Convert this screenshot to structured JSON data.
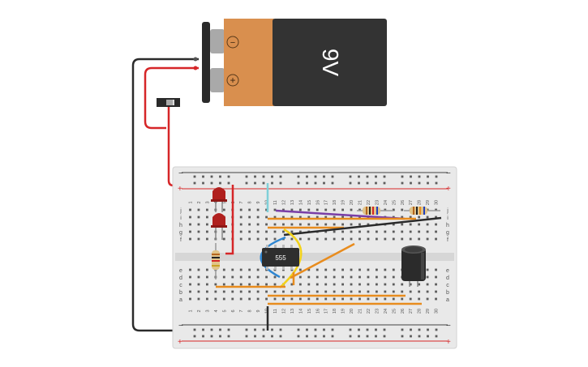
{
  "battery": {
    "label": "9V",
    "minus_symbol": "−",
    "plus_symbol": "+"
  },
  "chip": {
    "label": "555"
  },
  "breadboard": {
    "rail_top_minus": "−",
    "rail_top_plus": "+",
    "rail_bottom_minus": "−",
    "rail_bottom_plus": "+",
    "row_letters_top": [
      "j",
      "i",
      "h",
      "g",
      "f"
    ],
    "row_letters_bottom": [
      "e",
      "d",
      "c",
      "b",
      "a"
    ],
    "column_numbers": [
      "1",
      "2",
      "3",
      "4",
      "5",
      "6",
      "7",
      "8",
      "9",
      "10",
      "11",
      "12",
      "13",
      "14",
      "15",
      "16",
      "17",
      "18",
      "19",
      "20",
      "21",
      "22",
      "23",
      "24",
      "25",
      "26",
      "27",
      "28",
      "29",
      "30"
    ]
  },
  "colors": {
    "wire_red": "#d62628",
    "wire_black": "#2b2b2b",
    "wire_orange": "#e88c1e",
    "wire_yellow": "#f2d21a",
    "wire_blue": "#2f86d1",
    "wire_purple": "#7a3ea6",
    "wire_cyan": "#7fd0d8",
    "battery_orange": "#d98f4e",
    "battery_body": "#333333",
    "led_red": "#b0201e"
  }
}
